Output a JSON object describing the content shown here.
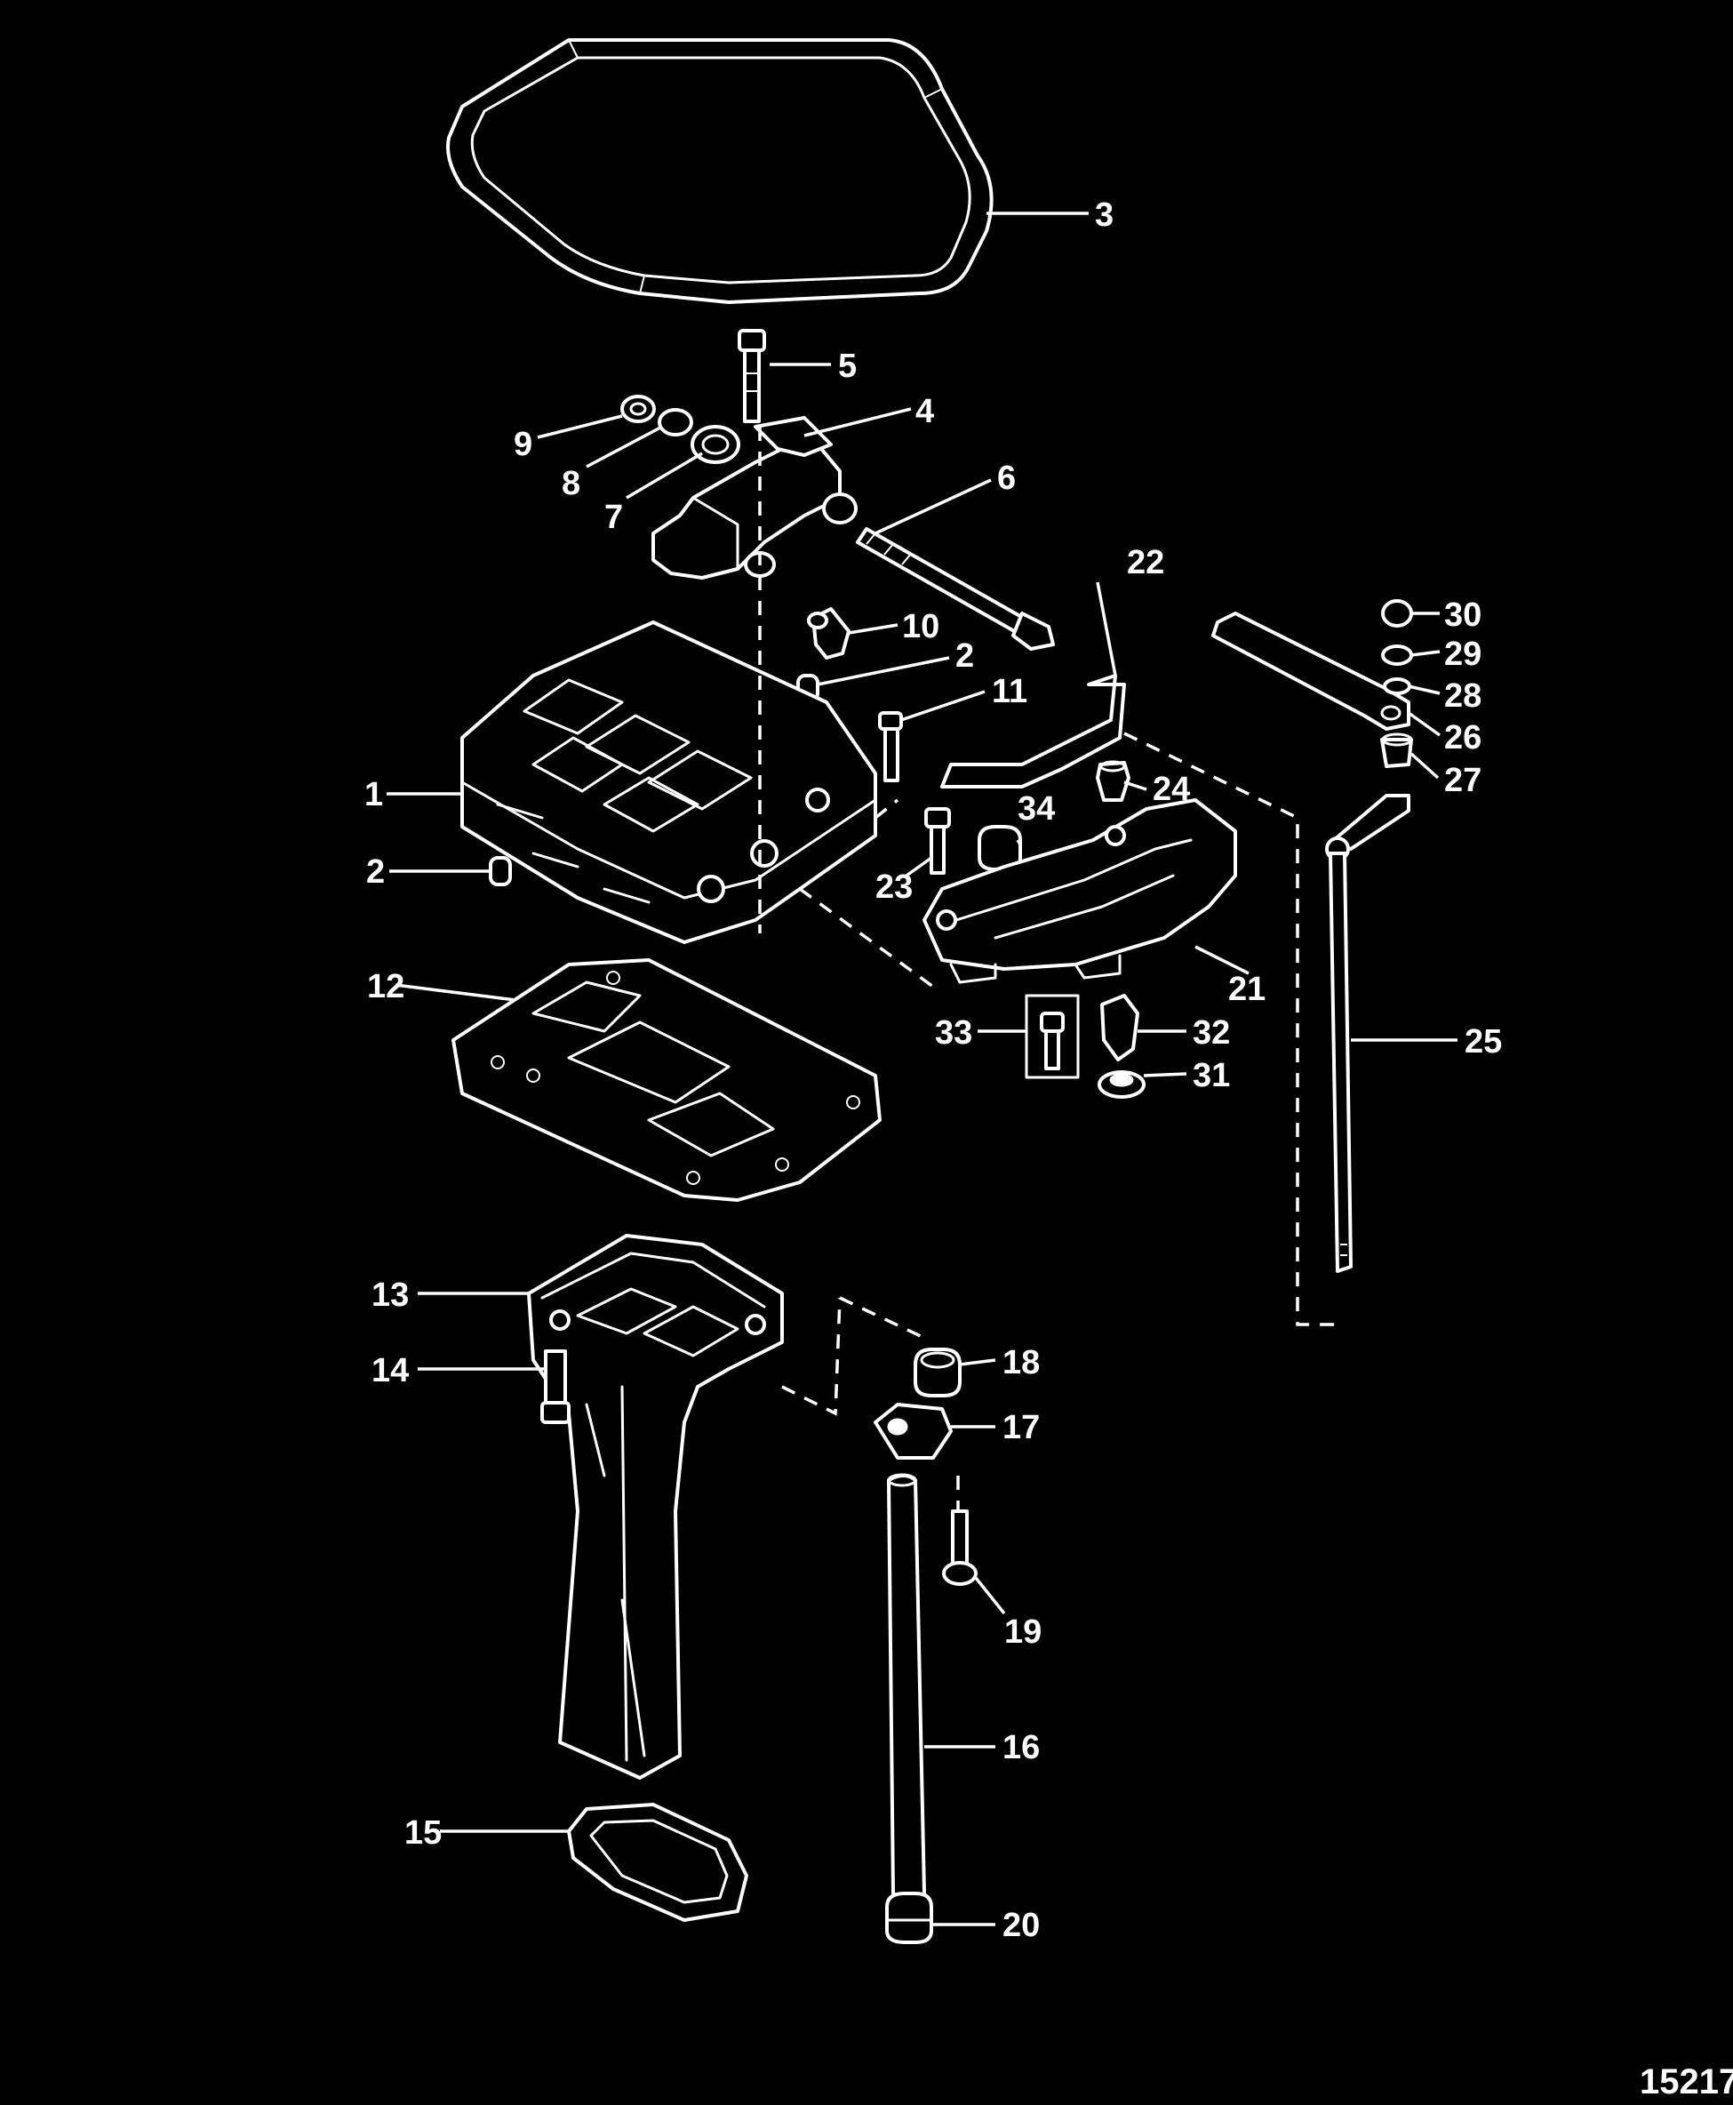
{
  "figure_id": "15217",
  "callouts": {
    "p1": "1",
    "p2a": "2",
    "p2b": "2",
    "p3": "3",
    "p4": "4",
    "p5": "5",
    "p6": "6",
    "p7": "7",
    "p8": "8",
    "p9": "9",
    "p10": "10",
    "p11": "11",
    "p12": "12",
    "p13": "13",
    "p14": "14",
    "p15": "15",
    "p16": "16",
    "p17": "17",
    "p18": "18",
    "p19": "19",
    "p20": "20",
    "p21": "21",
    "p22": "22",
    "p23": "23",
    "p24": "24",
    "p25": "25",
    "p26": "26",
    "p27": "27",
    "p28": "28",
    "p29": "29",
    "p30": "30",
    "p31": "31",
    "p32": "32",
    "p33": "33",
    "p34": "34"
  }
}
